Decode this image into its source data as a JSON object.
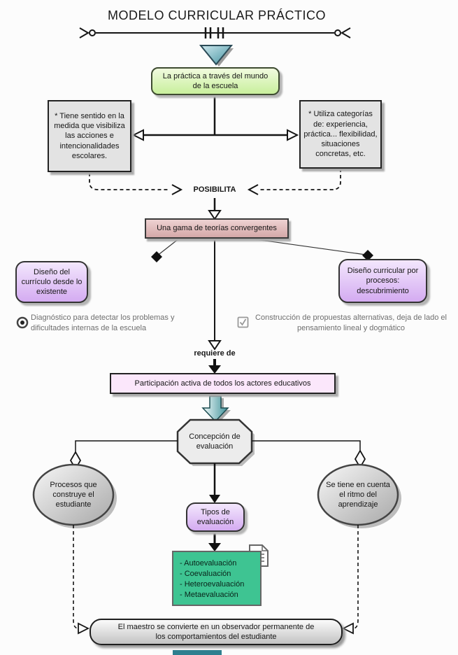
{
  "title": "MODELO CURRICULAR PRÁCTICO",
  "nodes": {
    "practice": "La práctica a través del mundo de la escuela",
    "left_note": "* Tiene sentido en la medida que visibiliza las acciones e intencionalidades escolares.",
    "right_note": "* Utiliza categorías de: experiencia, práctica... flexibilidad, situaciones concretas, etc.",
    "posibilita": "POSIBILITA",
    "theories": "Una gama de teorías convergentes",
    "design_existing": "Diseño del currículo desde lo existente",
    "design_processes": "Diseño curricular por procesos: descubrimiento",
    "diagnosis": "Diagnóstico para detectar los problemas y dificultades internas de la escuela",
    "construction": "Construcción de propuestas alternativas, deja de lado el pensamiento lineal y dogmático",
    "requires": "requiere de",
    "participation": "Participación activa de todos los actores educativos",
    "conception": "Concepción de evaluación",
    "processes_student": "Procesos que construye el estudiante",
    "learning_pace": "Se tiene en cuenta el ritmo del aprendizaje",
    "types": "Tipos de evaluación",
    "eval_list": {
      "items": [
        "- Autoevaluación",
        "- Coevaluación",
        "- Heteroevaluación",
        "- Metaevaluación"
      ]
    },
    "teacher_observer": "El maestro se convierte en un observador permanente de los comportamientos del estudiante"
  },
  "icons": {
    "radio-icon": "◉",
    "checkbox-checked-icon": "☑",
    "document-icon": "🗎",
    "down-triangle-marker-icon": "▼",
    "block-arrow-down-icon": "⇩",
    "diamond-filled-icon": "◆",
    "diamond-open-icon": "◇",
    "cut-line-end-icon": "⊳○"
  },
  "colors": {
    "practice_fill_top": "#f1fbdf",
    "practice_fill_bottom": "#c8ef9c",
    "practice_border": "#3e4b31",
    "note_fill": "#e3e3e3",
    "theories_fill_top": "#eed2d2",
    "theories_fill_bottom": "#d4a8a8",
    "purple_fill_top": "#f3e7fd",
    "purple_fill_bottom": "#d4abf1",
    "participation_fill": "#fbe7fb",
    "octagon_fill": "#ececec",
    "eval_list_fill": "#3ec492",
    "teal_accent": "#4b98a8",
    "annotation_text": "#6e6e6e",
    "line_color": "#151515"
  }
}
